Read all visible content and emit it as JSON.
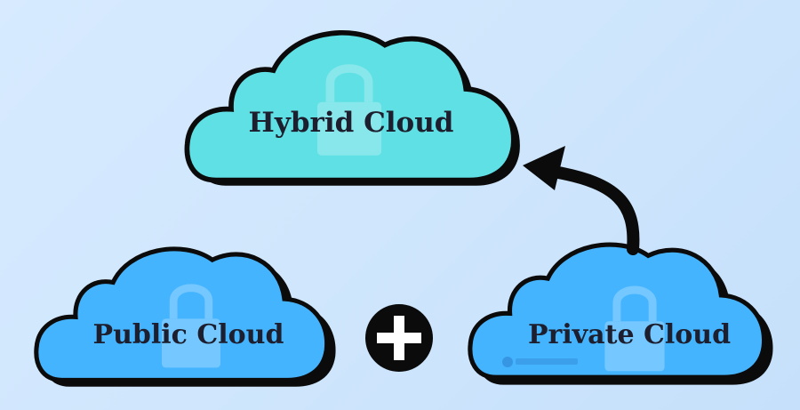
{
  "clouds": {
    "hybrid": {
      "label": "Hybrid Cloud",
      "color": "#5fe0e4"
    },
    "public": {
      "label": "Public Cloud",
      "color": "#45b4ff"
    },
    "private": {
      "label": "Private Cloud",
      "color": "#45b4ff"
    }
  },
  "operator_icon": "plus-icon",
  "connector_icon": "curved-arrow-icon",
  "watermark_icon": "padlock-icon",
  "colors": {
    "background": "#d2e8fd",
    "outline": "#0b0b0b",
    "label": "#1d1f2e"
  }
}
